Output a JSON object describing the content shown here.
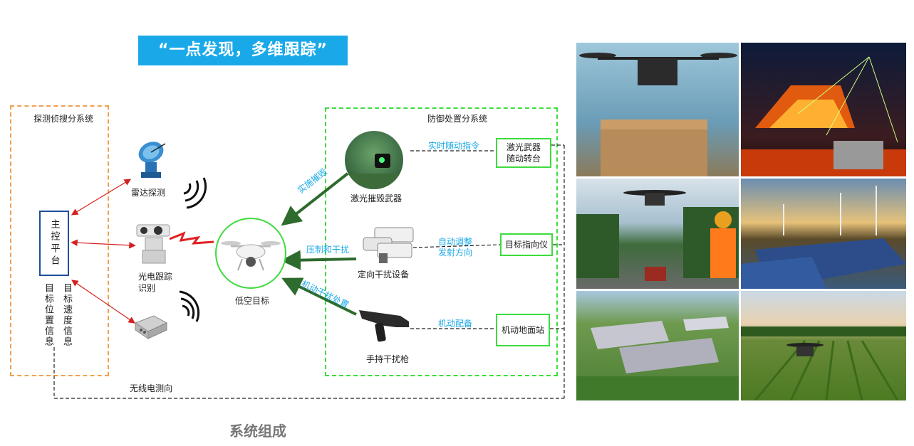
{
  "banner": {
    "title": "“一点发现，多维跟踪”"
  },
  "detection": {
    "title": "探测侦搜分系统",
    "main_platform": "主控平台",
    "radar": "雷达探测",
    "optical": "光电跟踪识别",
    "optical_line1": "光电跟踪",
    "optical_line2": "识别",
    "target_position": "目标位置信息",
    "target_speed": "目标速度信息"
  },
  "target": {
    "label": "低空目标"
  },
  "wireless": {
    "label": "无线电测向"
  },
  "defense": {
    "title": "防御处置分系统",
    "laser_weapon": "激光摧毁武器",
    "directional_jammer": "定向干扰设备",
    "handheld_gun": "手持干扰枪",
    "laser_turret_line1": "激光武器",
    "laser_turret_line2": "随动转台",
    "target_pointer": "目标指向仪",
    "mobile_station": "机动地面站"
  },
  "links": {
    "realtime_cmd": "实时随动指令",
    "auto_adjust_line1": "自动调整",
    "auto_adjust_line2": "发射方向",
    "mobile_equip": "机动配备",
    "implement_destroy": "实施摧毁",
    "suppress_jam": "压制和干扰",
    "mobile_jam": "机动干扰处置"
  },
  "caption": "系统组成",
  "colors": {
    "banner": "#1aa9e8",
    "orange_dash": "#f0a050",
    "green_dash": "#3ddc3d",
    "main_box": "#1f4e9a",
    "arrow_red": "#d42020",
    "arrow_green": "#2e6b2e",
    "cyan_text": "#1aa9e8"
  },
  "photos": [
    {
      "name": "delivery-drone-photo"
    },
    {
      "name": "laser-burning-house-photo"
    },
    {
      "name": "drone-over-road-photo"
    },
    {
      "name": "wind-solar-farm-photo"
    },
    {
      "name": "aerial-factory-photo"
    },
    {
      "name": "drone-over-field-photo"
    }
  ]
}
